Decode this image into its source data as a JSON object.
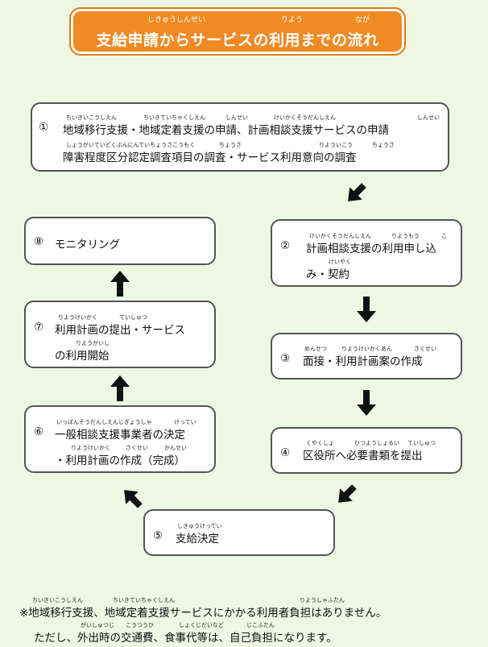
{
  "title": {
    "text": "支給申請からサービスの利用までの流れ",
    "ruby_shikyuushinsei": "しきゅうしんせい",
    "ruby_riyou": "りよう",
    "ruby_nagare": "なが"
  },
  "steps": {
    "s1": {
      "num": "①",
      "line1": "地域移行支援・地域定着支援の申請、計画相談支援サービスの申請",
      "line2": "障害程度区分認定調査項目の調査・サービス利用意向の調査",
      "r1a": "ちいきいこうしえん",
      "r1b": "ちいきていちゃくしえん",
      "r1c": "しんせい",
      "r1d": "けいかくそうだんしえん",
      "r1e": "しんせい",
      "r2a": "しょうがいていどくぶんにんていちょうさこうもく",
      "r2b": "ちょうさ",
      "r2c": "りよういこう",
      "r2d": "ちょうさ"
    },
    "s2": {
      "num": "②",
      "line1": "計画相談支援の利用申し込",
      "line2": "み・契約",
      "r1a": "けいかくそうだんしえん",
      "r1b": "りようもう",
      "r1c": "こ",
      "r2a": "けいやく"
    },
    "s3": {
      "num": "③",
      "line1": "面接・利用計画案の作成",
      "r1a": "めんせつ",
      "r1b": "りようけいかくあん",
      "r1c": "さくせい"
    },
    "s4": {
      "num": "④",
      "line1": "区役所へ必要書類を提出",
      "r1a": "くやくしょ",
      "r1b": "ひつようしょるい",
      "r1c": "ていしゅつ"
    },
    "s5": {
      "num": "⑤",
      "line1": "支給決定",
      "r1a": "しきゅうけってい"
    },
    "s6": {
      "num": "⑥",
      "line1": "一般相談支援事業者の決定",
      "line2": "・利用計画の作成（完成）",
      "r1a": "いっぱんそうだんしえんじぎょうしゃ",
      "r1b": "けってい",
      "r2a": "りようけいかく",
      "r2b": "さくせい",
      "r2c": "かんせい"
    },
    "s7": {
      "num": "⑦",
      "line1": "利用計画の提出・サービス",
      "line2": "の利用開始",
      "r1a": "りようけいかく",
      "r1b": "ていしゅつ",
      "r2a": "りようかいし"
    },
    "s8": {
      "num": "⑧",
      "line1": "モニタリング"
    }
  },
  "note": {
    "line1": "※地域移行支援、地域定着支援サービスにかかる利用者負担はありません。",
    "line2": "ただし、外出時の交通費、食事代等は、自己負担になります。",
    "r1a": "ちいきいこうしえん",
    "r1b": "ちいきていちゃくしえん",
    "r1c": "りようしゃふたん",
    "r2a": "がいしゅつじ",
    "r2b": "こうつうひ",
    "r2c": "しょくじだいなど",
    "r2d": "じこふたん"
  },
  "colors": {
    "title_bg": "#f08a24",
    "background": "#eef6e4",
    "arrow": "#111111"
  }
}
